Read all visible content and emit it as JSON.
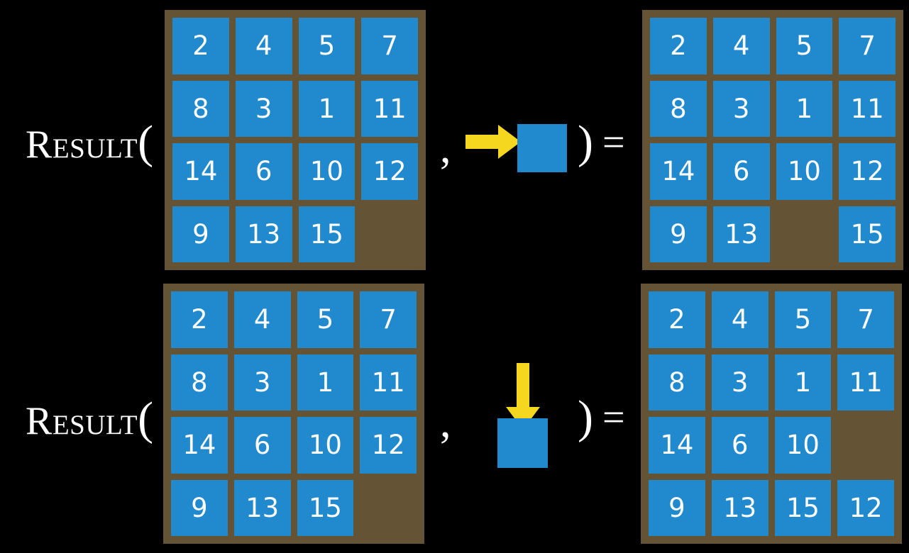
{
  "figure": {
    "background_color": "#000000",
    "tile_color": "#2189ce",
    "board_frame_color": "#645334",
    "arrow_color": "#f5d720",
    "text_color": "#ffffff",
    "function_name": "Result"
  },
  "rows": [
    {
      "id": "row-right-move",
      "label": {
        "cap": "R",
        "rest": "esult",
        "open_paren": "("
      },
      "comma": ",",
      "close_paren": ")",
      "equals": "=",
      "operand": {
        "arrow_direction": "right",
        "arrow_icon": "arrow-right-icon",
        "square_label": ""
      },
      "input_board": {
        "name": "input-board-right-move",
        "cells": [
          "2",
          "4",
          "5",
          "7",
          "8",
          "3",
          "1",
          "11",
          "14",
          "6",
          "10",
          "12",
          "9",
          "13",
          "15",
          ""
        ]
      },
      "output_board": {
        "name": "output-board-right-move",
        "cells": [
          "2",
          "4",
          "5",
          "7",
          "8",
          "3",
          "1",
          "11",
          "14",
          "6",
          "10",
          "12",
          "9",
          "13",
          "",
          "15"
        ]
      }
    },
    {
      "id": "row-down-move",
      "label": {
        "cap": "R",
        "rest": "esult",
        "open_paren": "("
      },
      "comma": ",",
      "close_paren": ")",
      "equals": "=",
      "operand": {
        "arrow_direction": "down",
        "arrow_icon": "arrow-down-icon",
        "square_label": ""
      },
      "input_board": {
        "name": "input-board-down-move",
        "cells": [
          "2",
          "4",
          "5",
          "7",
          "8",
          "3",
          "1",
          "11",
          "14",
          "6",
          "10",
          "12",
          "9",
          "13",
          "15",
          ""
        ]
      },
      "output_board": {
        "name": "output-board-down-move",
        "cells": [
          "2",
          "4",
          "5",
          "7",
          "8",
          "3",
          "1",
          "11",
          "14",
          "6",
          "10",
          "",
          "9",
          "13",
          "15",
          "12"
        ]
      }
    }
  ]
}
